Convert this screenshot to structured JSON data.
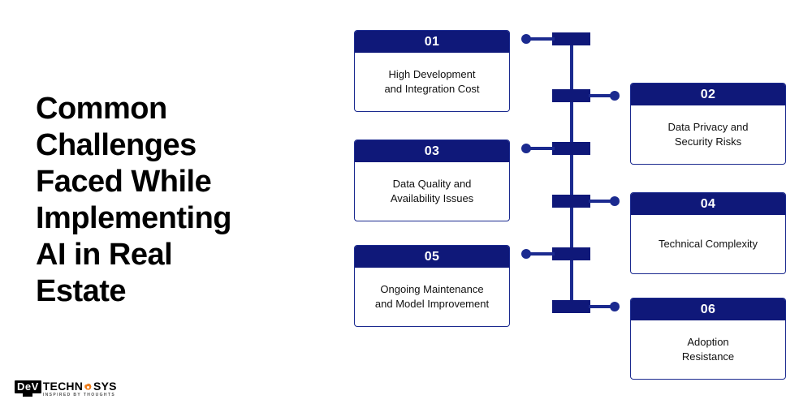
{
  "page": {
    "background": "#ffffff",
    "accent_blue": "#0f1879",
    "accent_orange": "#f07d1a"
  },
  "title": {
    "text": "Common\nChallenges\nFaced While\nImplementing\nAI in Real\nEstate"
  },
  "cards": [
    {
      "number": "01",
      "text": "High Development\nand Integration Cost",
      "side": "left"
    },
    {
      "number": "02",
      "text": "Data Privacy and\nSecurity Risks",
      "side": "right"
    },
    {
      "number": "03",
      "text": "Data Quality and\nAvailability Issues",
      "side": "left"
    },
    {
      "number": "04",
      "text": "Technical Complexity",
      "side": "right"
    },
    {
      "number": "05",
      "text": "Ongoing Maintenance\nand Model Improvement",
      "side": "left"
    },
    {
      "number": "06",
      "text": "Adoption\nResistance",
      "side": "right"
    }
  ],
  "logo": {
    "badge": "DeV",
    "word_part1": "TECHN",
    "word_part2": "SYS",
    "tagline": "INSPIRED BY THOUGHTS",
    "gear_color": "#f07d1a"
  }
}
